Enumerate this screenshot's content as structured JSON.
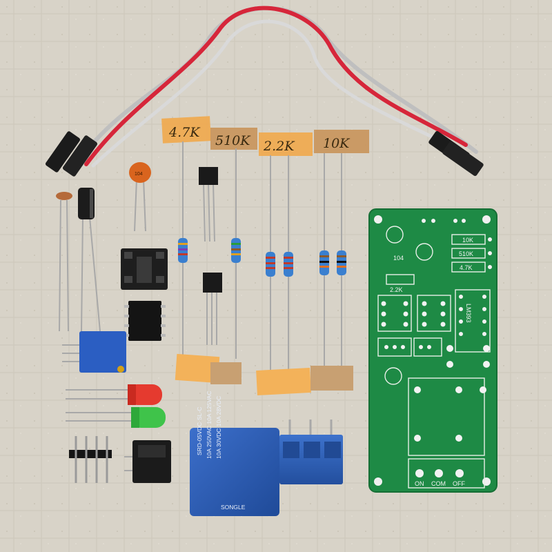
{
  "labels": {
    "r1": "4.7K",
    "r2": "510K",
    "r3": "2.2K",
    "r4": "10K"
  },
  "capacitor_marking": "104",
  "relay": {
    "line1": "SRD-05VDC-SL-C",
    "line2": "10A 250VAC 10A 125VAC",
    "line3": "10A 30VDC 10A 28VDC",
    "brand": "SONGLE"
  },
  "pcb": {
    "silk_104": "104",
    "silk_2_2k": "2.2K",
    "silk_10k": "10K",
    "silk_510k": "510K",
    "silk_4_7k": "4.7K",
    "silk_lm": "LM393",
    "terminal_labels": [
      "ON",
      "COM",
      "OFF"
    ]
  },
  "colors": {
    "background": "#d8d3c8",
    "pcb": "#1e8a45",
    "relay": "#2a5bb0",
    "terminal": "#2f62b8",
    "trimmer": "#2b5ec2",
    "led_red": "#e53a2f",
    "led_green": "#3fc34a",
    "tape_orange": "#f3b25a",
    "tape_brown": "#c8a072"
  }
}
